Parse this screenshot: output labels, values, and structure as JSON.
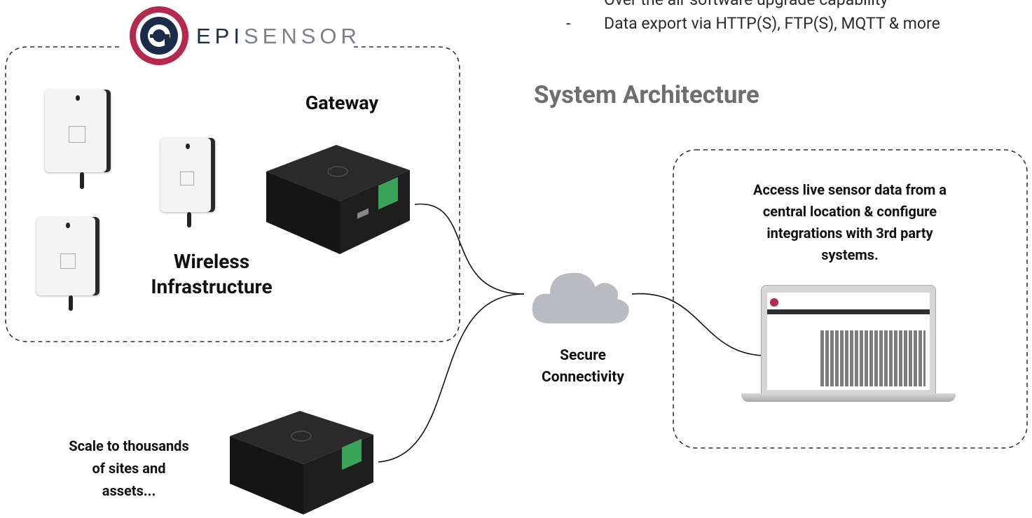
{
  "bullets": [
    {
      "dash": "-",
      "text": "Over the air software upgrade capability"
    },
    {
      "dash": "-",
      "text": "Data export via HTTP(S), FTP(S), MQTT & more"
    }
  ],
  "section_title": "System Architecture",
  "logo": {
    "text_part1": "EPI",
    "text_part2": "SENSOR",
    "letter": "e"
  },
  "labels": {
    "gateway": "Gateway",
    "wireless": "Wireless\nInfrastructure",
    "secure": "Secure\nConnectivity",
    "scale": "Scale to thousands\nof sites and\nassets...",
    "access": "Access live sensor data from a\ncentral location & configure\nintegrations with 3rd party\nsystems."
  },
  "colors": {
    "logo_ring": "#b5294e",
    "logo_inner": "#1c2b4a",
    "title_gray": "#6e6e6e",
    "dash_border": "#333333"
  }
}
